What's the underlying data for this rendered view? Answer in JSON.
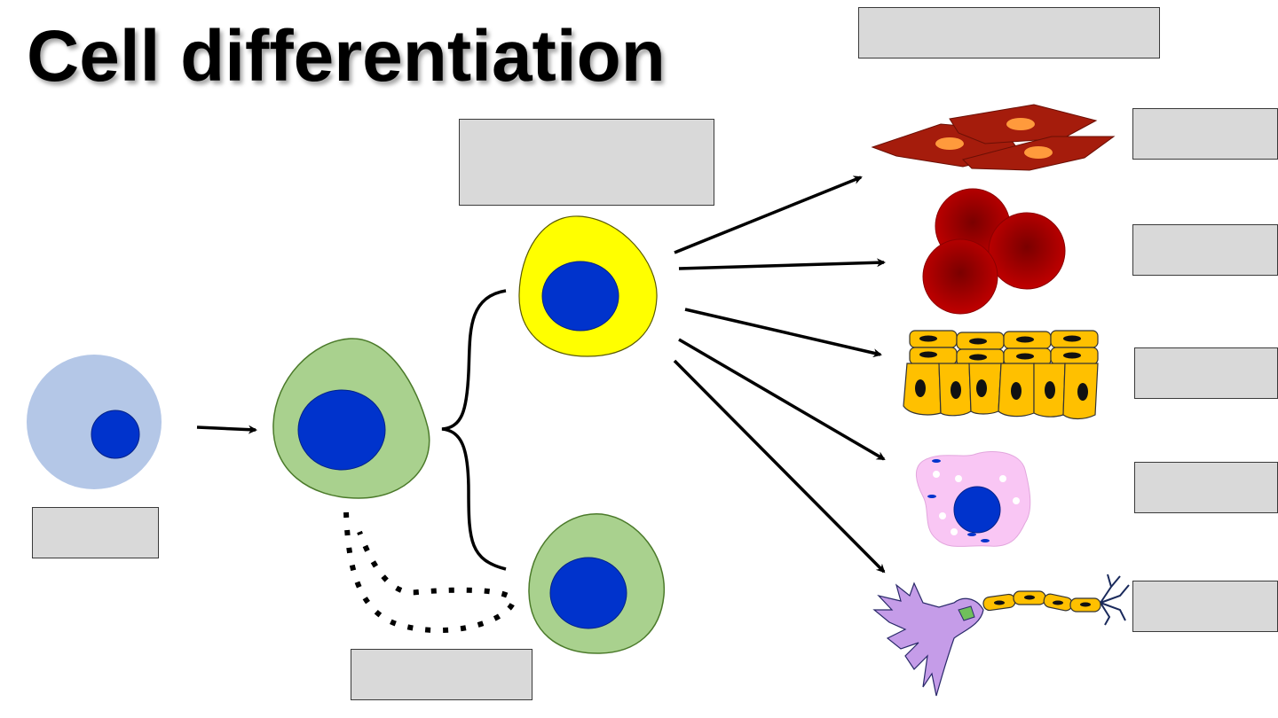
{
  "title": "Cell differentiation",
  "colors": {
    "stem_cytoplasm": "#b4c7e7",
    "nucleus": "#0033cc",
    "green_cell": "#a9d18e",
    "progenitor": "#ffff00",
    "muscle": "#a51c0c",
    "red_blood_cell": "#c00000",
    "epithelial": "#ffc000",
    "immune_cell": "#f9c6f4",
    "neuron": "#c59ce8",
    "label_box": "#d9d9d9"
  },
  "label_boxes": [
    {
      "id": "top-right",
      "text": ""
    },
    {
      "id": "progenitor",
      "text": ""
    },
    {
      "id": "stem-cell",
      "text": ""
    },
    {
      "id": "self-renewal",
      "text": ""
    },
    {
      "id": "muscle",
      "text": ""
    },
    {
      "id": "blood",
      "text": ""
    },
    {
      "id": "epithelial",
      "text": ""
    },
    {
      "id": "immune",
      "text": ""
    },
    {
      "id": "neuron",
      "text": ""
    }
  ]
}
